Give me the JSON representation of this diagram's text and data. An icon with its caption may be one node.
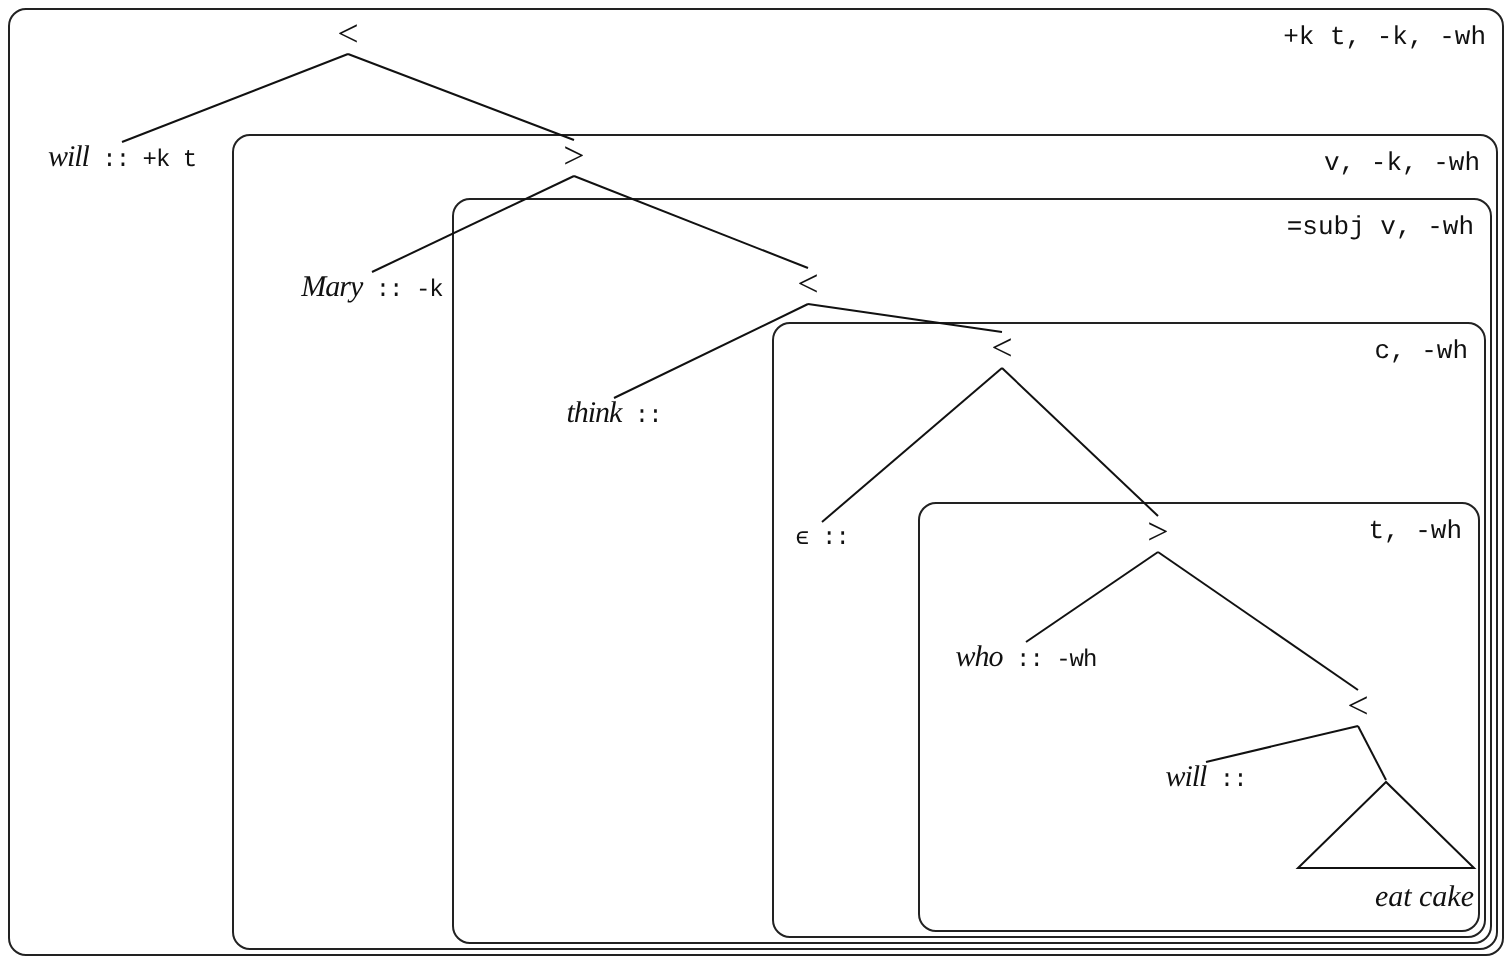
{
  "diagram": {
    "nodes": [
      {
        "text": [
          "+k t, -k, -wh"
        ]
      },
      {
        "text": [
          "<"
        ],
        "in": 0
      },
      {
        "text": [
          "*will* :: +k t"
        ],
        "in": 0
      },
      {
        "text": [
          "v, -k, -wh"
        ],
        "in": 0
      },
      {
        "text": [
          ">"
        ],
        "in": 3
      },
      {
        "text": [
          "*Mary* :: -k"
        ],
        "in": 3
      },
      {
        "text": [
          "=subj v, -wh"
        ],
        "in": 3
      },
      {
        "text": [
          "<"
        ],
        "in": 6
      },
      {
        "text": [
          "*think* ::"
        ],
        "in": 6
      },
      {
        "text": [
          "c, -wh"
        ],
        "in": 6
      },
      {
        "text": [
          "<"
        ],
        "in": 9
      },
      {
        "text": [
          "ϵ ::"
        ],
        "in": 9
      },
      {
        "text": [
          "t, -wh"
        ],
        "in": 9
      },
      {
        "text": [
          ">"
        ],
        "in": 12
      },
      {
        "text": [
          "*who* :: -wh"
        ],
        "in": 12
      },
      {
        "text": [
          "<"
        ],
        "in": 12
      },
      {
        "text": [
          "*will* ::"
        ],
        "in": 12
      },
      {
        "text": [
          "eat cake"
        ],
        "in": 12
      }
    ],
    "edges": [
      {
        "from": 1,
        "to": 2,
        "arrow": "none"
      },
      {
        "from": 1,
        "to": 4,
        "arrow": "none"
      },
      {
        "from": 4,
        "to": 5,
        "arrow": "none"
      },
      {
        "from": 4,
        "to": 7,
        "arrow": "none"
      },
      {
        "from": 7,
        "to": 8,
        "arrow": "none"
      },
      {
        "from": 7,
        "to": 10,
        "arrow": "none"
      },
      {
        "from": 10,
        "to": 11,
        "arrow": "none"
      },
      {
        "from": 10,
        "to": 13,
        "arrow": "none"
      },
      {
        "from": 13,
        "to": 14,
        "arrow": "none"
      },
      {
        "from": 13,
        "to": 15,
        "arrow": "none"
      },
      {
        "from": 15,
        "to": 16,
        "arrow": "none"
      },
      {
        "from": 15,
        "to": 17,
        "arrow": "none"
      }
    ]
  }
}
